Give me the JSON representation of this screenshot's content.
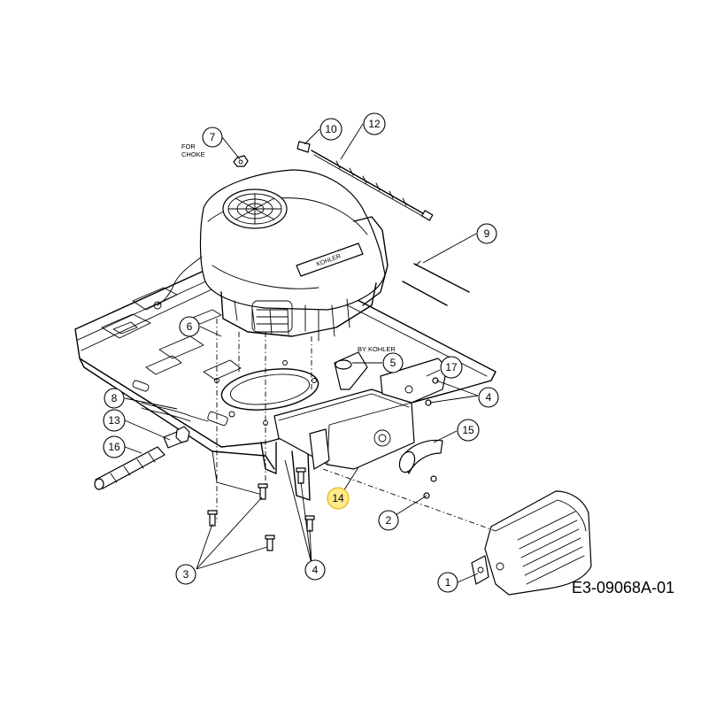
{
  "drawing_code": "E3-09068A-01",
  "notes": {
    "for_choke_line1": "FOR",
    "for_choke_line2": "CHOKE",
    "by_kohler": "BY KOHLER"
  },
  "engine_badge": "KOHLER",
  "callouts": [
    {
      "id": "c1",
      "label": "1"
    },
    {
      "id": "c2",
      "label": "2"
    },
    {
      "id": "c3",
      "label": "3"
    },
    {
      "id": "c4a",
      "label": "4"
    },
    {
      "id": "c4b",
      "label": "4"
    },
    {
      "id": "c5",
      "label": "5"
    },
    {
      "id": "c6",
      "label": "6"
    },
    {
      "id": "c7",
      "label": "7"
    },
    {
      "id": "c8",
      "label": "8"
    },
    {
      "id": "c9",
      "label": "9"
    },
    {
      "id": "c10",
      "label": "10"
    },
    {
      "id": "c12",
      "label": "12"
    },
    {
      "id": "c13",
      "label": "13"
    },
    {
      "id": "c14",
      "label": "14",
      "highlighted": true
    },
    {
      "id": "c15",
      "label": "15"
    },
    {
      "id": "c16",
      "label": "16"
    },
    {
      "id": "c17",
      "label": "17"
    }
  ],
  "colors": {
    "line": "#000000",
    "background": "#ffffff",
    "highlight_fill": "#ffe98a"
  }
}
